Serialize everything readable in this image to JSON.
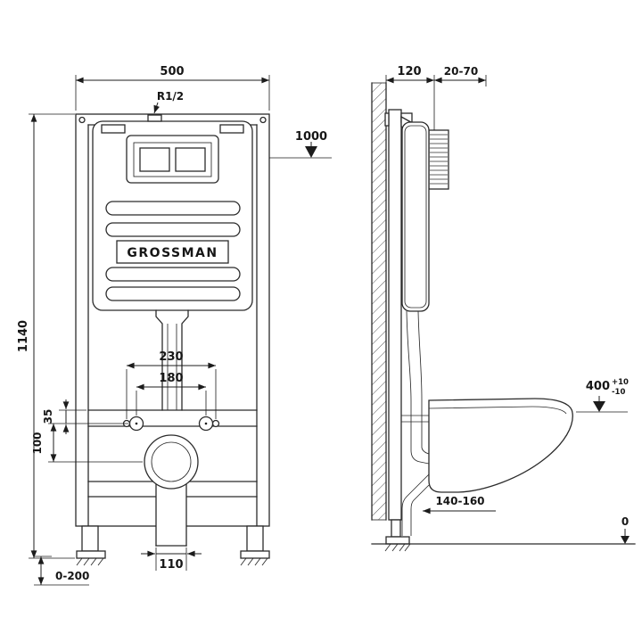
{
  "meta": {
    "title": "Wall-hung toilet concealed installation frame — technical drawing",
    "views": [
      "front",
      "side"
    ]
  },
  "brand": "GROSSMAN",
  "colors": {
    "line": "#2b2b2b",
    "text": "#161616",
    "background": "#ffffff"
  },
  "front": {
    "width": "500",
    "supply_thread": "R1/2",
    "plate_height": "1000",
    "frame_height": "1140",
    "fix_spacing_outer": "230",
    "fix_spacing_inner": "180",
    "offset_35": "35",
    "offset_100": "100",
    "leg_adjust": "0-200",
    "outlet_width": "110"
  },
  "side": {
    "frame_depth": "120",
    "wall_finish_range": "20-70",
    "bowl_height": "400",
    "bowl_height_tol_plus": "+10",
    "bowl_height_tol_minus": "-10",
    "outlet_height": "140-160",
    "floor_level": "0"
  }
}
